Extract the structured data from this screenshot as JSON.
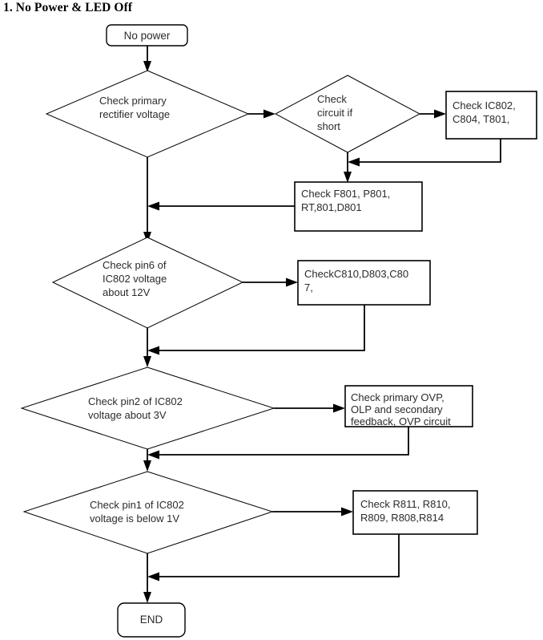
{
  "document": {
    "title": "1. No Power & LED Off"
  },
  "theme": {
    "background": "#ffffff",
    "line_color": "#000000",
    "text_color": "#2b2b2b"
  },
  "flowchart": {
    "type": "troubleshooting-flowchart",
    "nodes": [
      {
        "id": "start",
        "shape": "terminator",
        "label": "No power",
        "lines": [
          "No power"
        ]
      },
      {
        "id": "d1",
        "shape": "decision",
        "label": "Check primary rectifier voltage",
        "lines": [
          "Check primary",
          "rectifier voltage"
        ]
      },
      {
        "id": "d2",
        "shape": "decision",
        "label": "Check circuit if short",
        "lines": [
          "Check",
          "circuit if",
          "short"
        ]
      },
      {
        "id": "p1",
        "shape": "process",
        "label": "Check IC802, C804, T801,",
        "lines": [
          "Check IC802,",
          "C804, T801,"
        ]
      },
      {
        "id": "p2",
        "shape": "process",
        "label": "Check F801, P801, RT,801,D801",
        "lines": [
          "Check F801, P801,",
          "RT,801,D801"
        ]
      },
      {
        "id": "d3",
        "shape": "decision",
        "label": "Check pin6 of IC802 voltage about 12V",
        "lines": [
          "Check pin6 of",
          "IC802 voltage",
          "about 12V"
        ]
      },
      {
        "id": "p3",
        "shape": "process",
        "label": "CheckC810,D803,C807,",
        "lines": [
          "CheckC810,D803,C80",
          "7,"
        ]
      },
      {
        "id": "d4",
        "shape": "decision",
        "label": "Check pin2 of IC802 voltage about 3V",
        "lines": [
          "Check pin2 of IC802",
          "voltage about 3V"
        ]
      },
      {
        "id": "p4",
        "shape": "process",
        "label": "Check primary OVP, OLP and secondary feedback, OVP circuit",
        "lines": [
          "Check primary OVP,",
          "OLP and secondary",
          "feedback, OVP circuit"
        ]
      },
      {
        "id": "d5",
        "shape": "decision",
        "label": "Check pin1 of IC802 voltage is below 1V",
        "lines": [
          "Check pin1 of IC802",
          "voltage is below 1V"
        ]
      },
      {
        "id": "p5",
        "shape": "process",
        "label": "Check R811, R810, R809, R808,R814",
        "lines": [
          "Check R811, R810,",
          "R809, R808,R814"
        ]
      },
      {
        "id": "end",
        "shape": "terminator",
        "label": "END",
        "lines": [
          "END"
        ]
      }
    ],
    "edges": [
      {
        "from": "start",
        "to": "d1"
      },
      {
        "from": "d1",
        "to": "d2"
      },
      {
        "from": "d2",
        "to": "p1"
      },
      {
        "from": "p1",
        "to": "d2-return"
      },
      {
        "from": "d2",
        "to": "p2"
      },
      {
        "from": "p2",
        "to": "d1-trunk"
      },
      {
        "from": "d1",
        "to": "d3"
      },
      {
        "from": "d3",
        "to": "p3"
      },
      {
        "from": "p3",
        "to": "d3-return"
      },
      {
        "from": "d3",
        "to": "d4"
      },
      {
        "from": "d4",
        "to": "p4"
      },
      {
        "from": "p4",
        "to": "d4-return"
      },
      {
        "from": "d4",
        "to": "d5"
      },
      {
        "from": "d5",
        "to": "p5"
      },
      {
        "from": "p5",
        "to": "end-return"
      },
      {
        "from": "d5",
        "to": "end"
      }
    ]
  }
}
